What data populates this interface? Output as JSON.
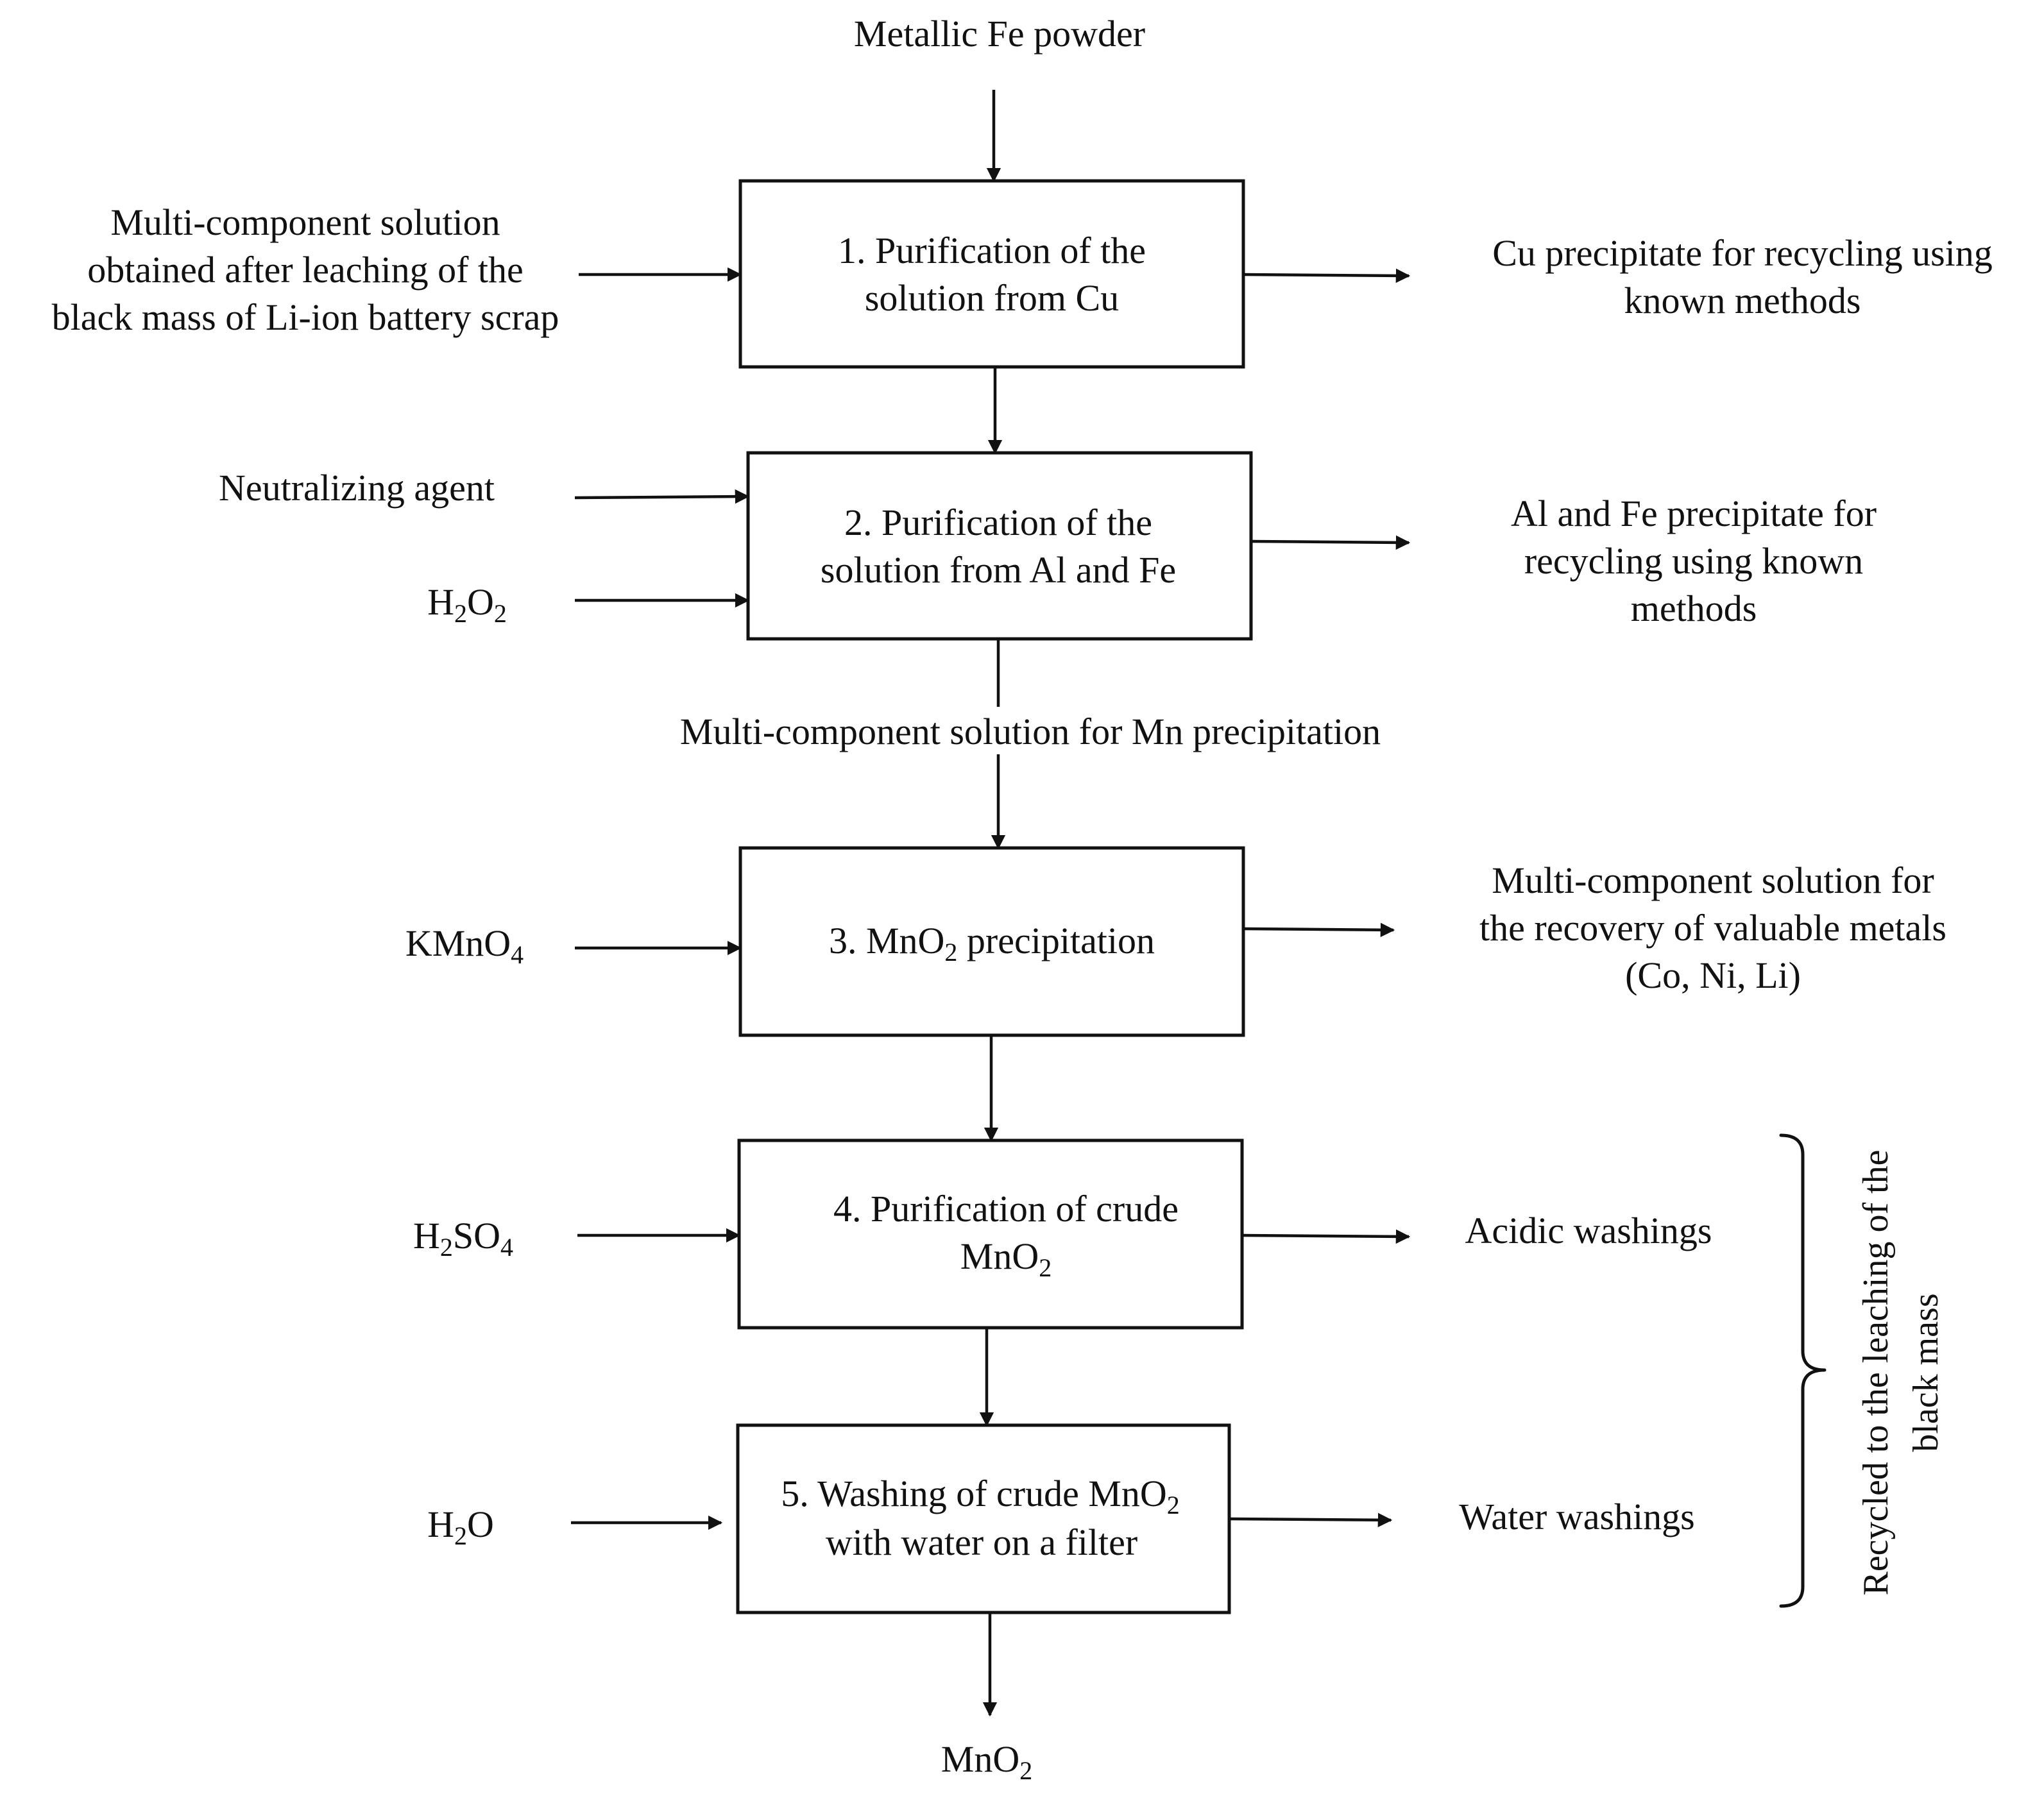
{
  "inputs": {
    "fe_powder": "Metallic Fe powder",
    "feed_line1": "Multi-component solution",
    "feed_line2": "obtained after leaching of the",
    "feed_line3": "black mass of Li-ion battery scrap",
    "neutralizing_agent": "Neutralizing agent",
    "h2o2": "H2O2",
    "kmno4": "KMnO4",
    "h2so4": "H2SO4",
    "h2o": "H2O"
  },
  "steps": [
    {
      "line1": "1. Purification of the",
      "line2": "solution from Cu"
    },
    {
      "line1": "2. Purification of the",
      "line2": "solution from Al and Fe"
    },
    {
      "line1": "3. MnO2 precipitation"
    },
    {
      "line1": "4. Purification of crude",
      "line2": "MnO2"
    },
    {
      "line1": "5. Washing of crude MnO2",
      "line2": "with water on a filter"
    }
  ],
  "intermediate": "Multi-component solution for Mn precipitation",
  "outputs": {
    "cu_line1": "Cu precipitate for recycling using",
    "cu_line2": "known methods",
    "alfe_line1": "Al and Fe precipitate for",
    "alfe_line2": "recycling using known",
    "alfe_line3": "methods",
    "solution_line1": "Multi-component solution for",
    "solution_line2": "the recovery of valuable metals",
    "solution_line3": "(Co, Ni, Li)",
    "acidic_washings": "Acidic washings",
    "water_washings": "Water washings",
    "final_product": "MnO2"
  },
  "recycle_note": {
    "line1": "Recycled to the leaching of the",
    "line2": "black mass"
  }
}
